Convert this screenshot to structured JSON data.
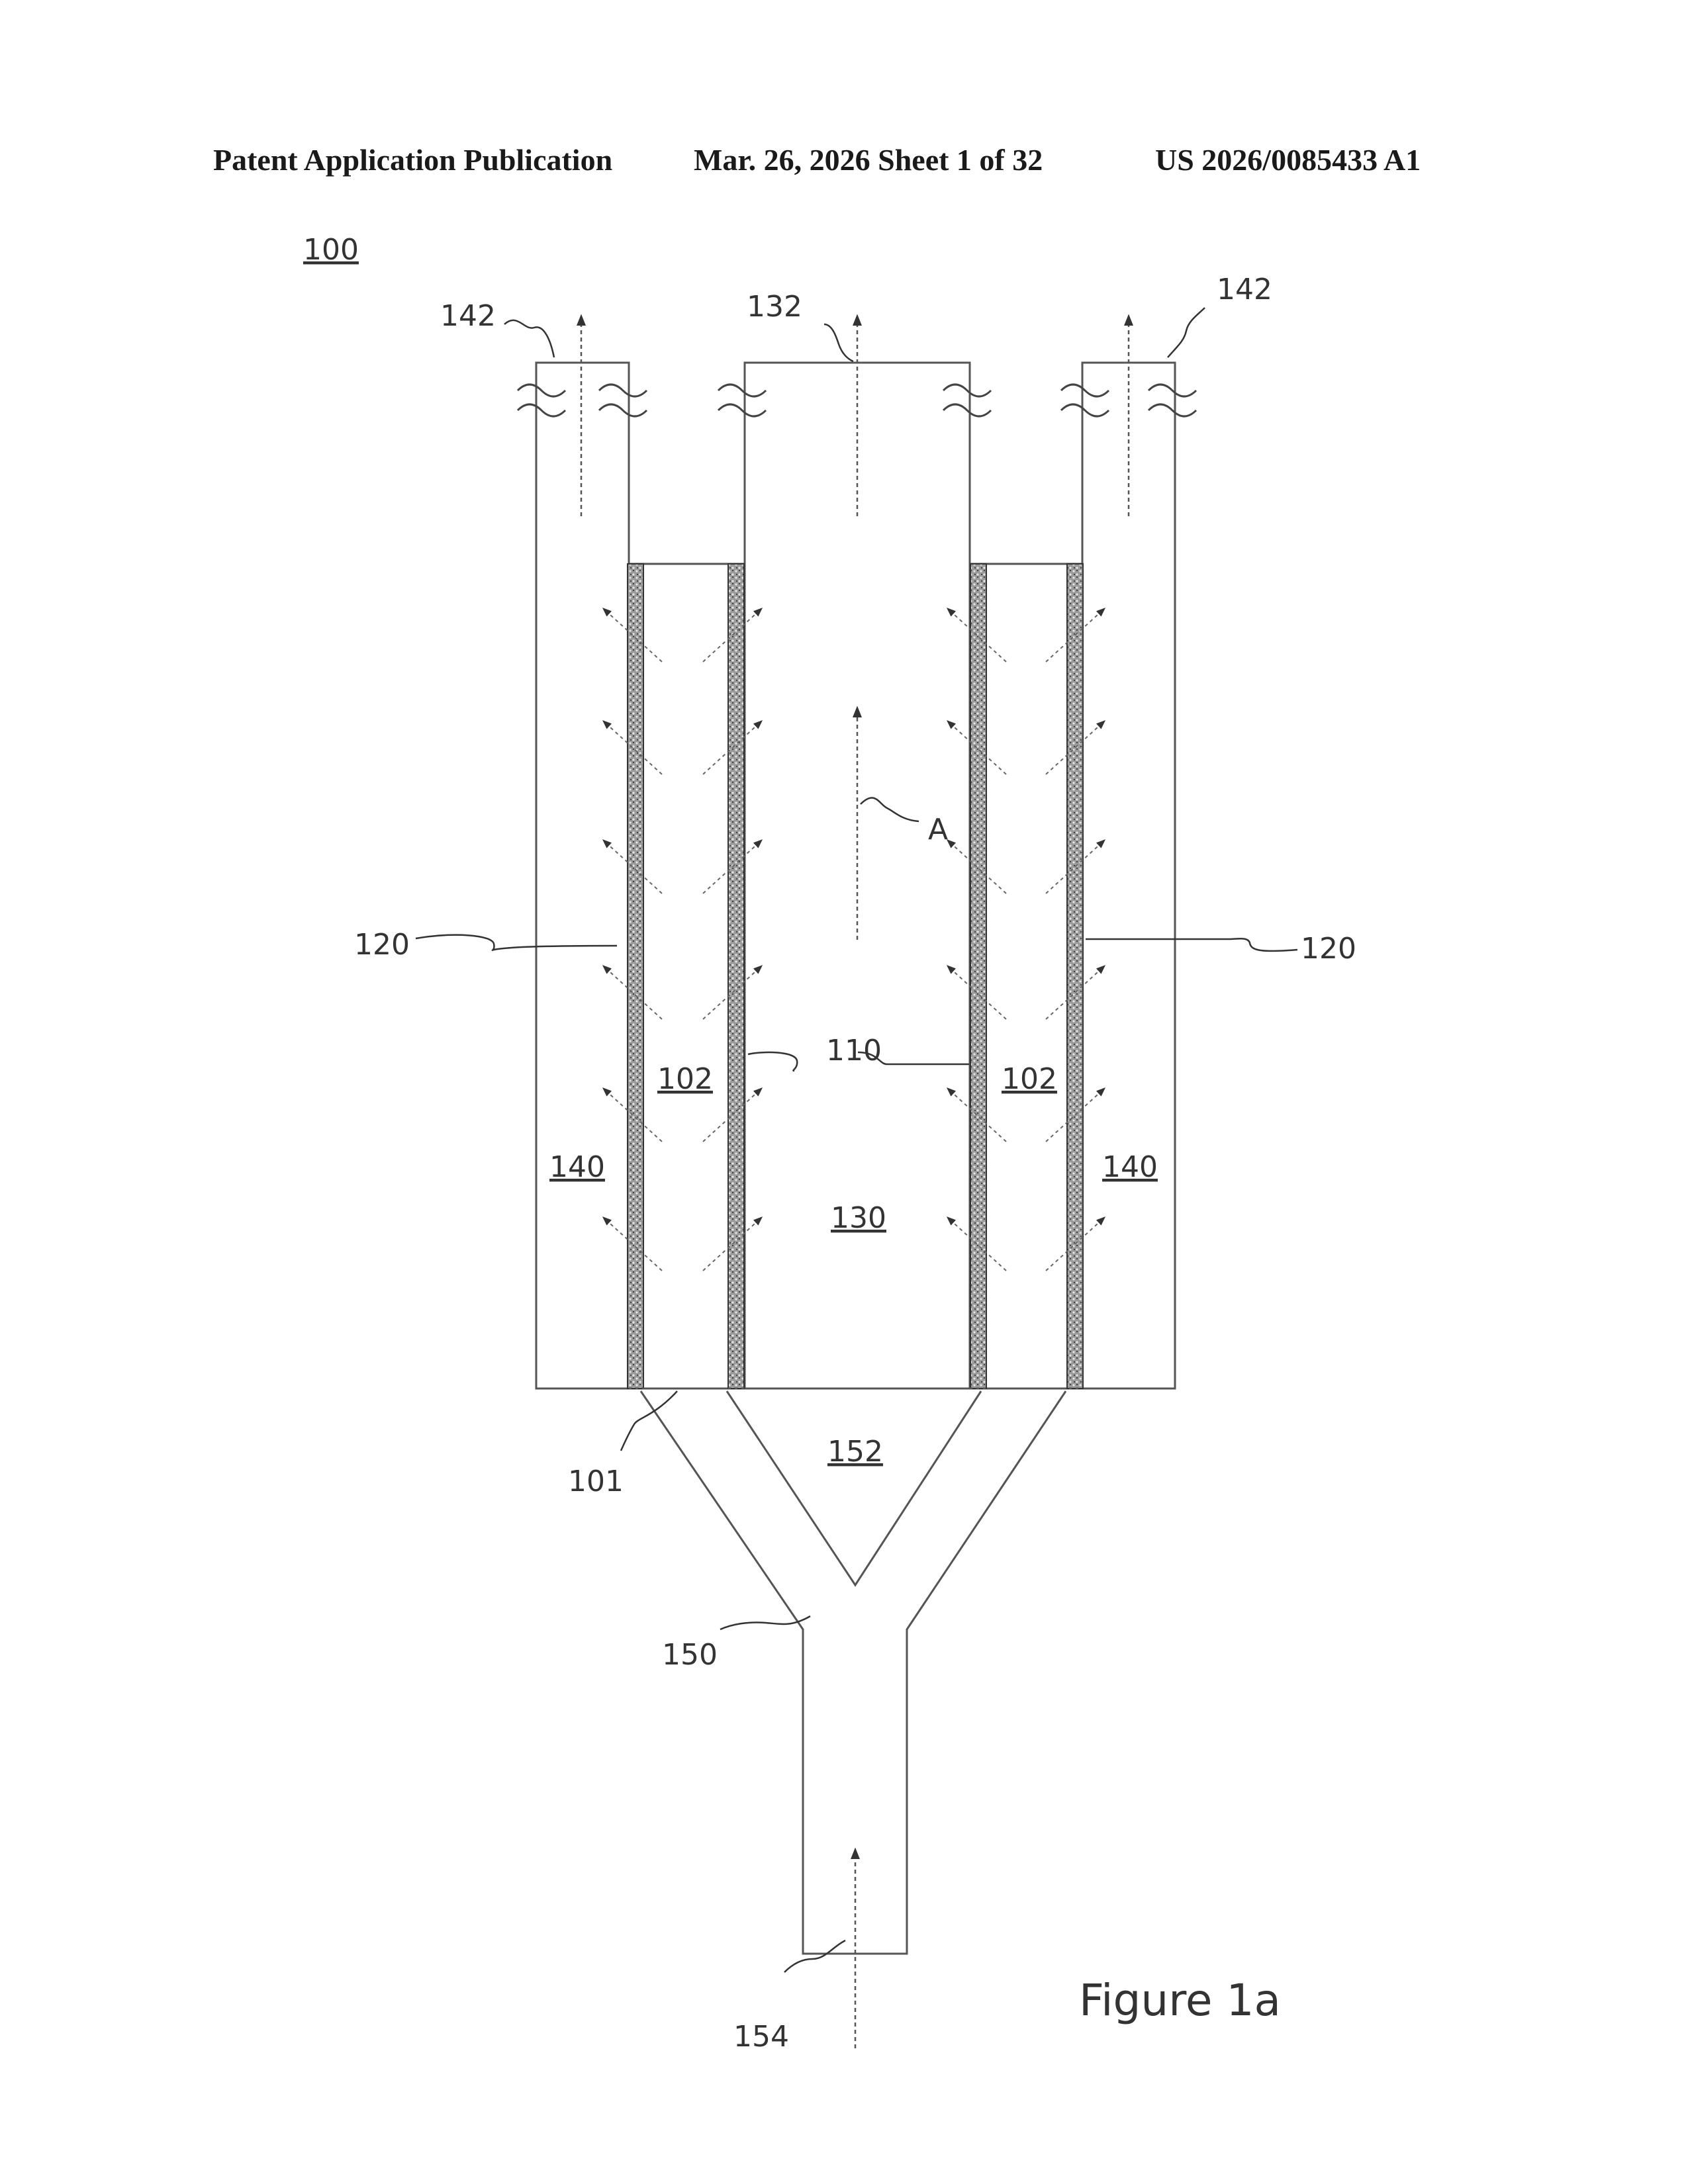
{
  "header": {
    "publication": "Patent Application Publication",
    "date_sheet": "Mar. 26, 2026  Sheet 1 of 32",
    "number": "US 2026/0085433 A1"
  },
  "figure": {
    "title": "Figure 1a",
    "device_ref": "100",
    "labels": {
      "outlet_left": "142",
      "outlet_right": "142",
      "outlet_center": "132",
      "flow_axis": "A",
      "outer_layer_left": "120",
      "outer_layer_right": "120",
      "inner_layer": "110",
      "chamber_left": "102",
      "chamber_right": "102",
      "channel_left": "140",
      "channel_right": "140",
      "core_channel": "130",
      "manifold": "152",
      "splitter": "101",
      "inlet_junction": "150",
      "inlet": "154"
    }
  }
}
